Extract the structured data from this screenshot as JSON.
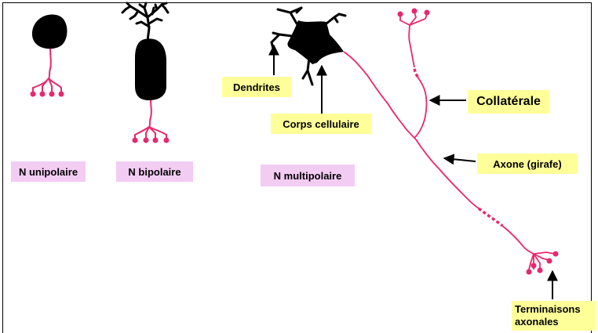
{
  "labels": {
    "unipolar": "N unipolaire",
    "bipolar": "N bipolaire",
    "multipolar": "N multipolaire",
    "dendrites": "Dendrites",
    "cell_body": "Corps cellulaire",
    "collateral": "Collatérale",
    "axon": "Axone (girafe)",
    "terminals_line1": "Terminaisons",
    "terminals_line2": "axonales"
  },
  "colors": {
    "axon": "#e8286e",
    "soma": "#000000",
    "label_bg_pink": "#f3ccf4",
    "label_bg_yellow": "#ffff99"
  }
}
